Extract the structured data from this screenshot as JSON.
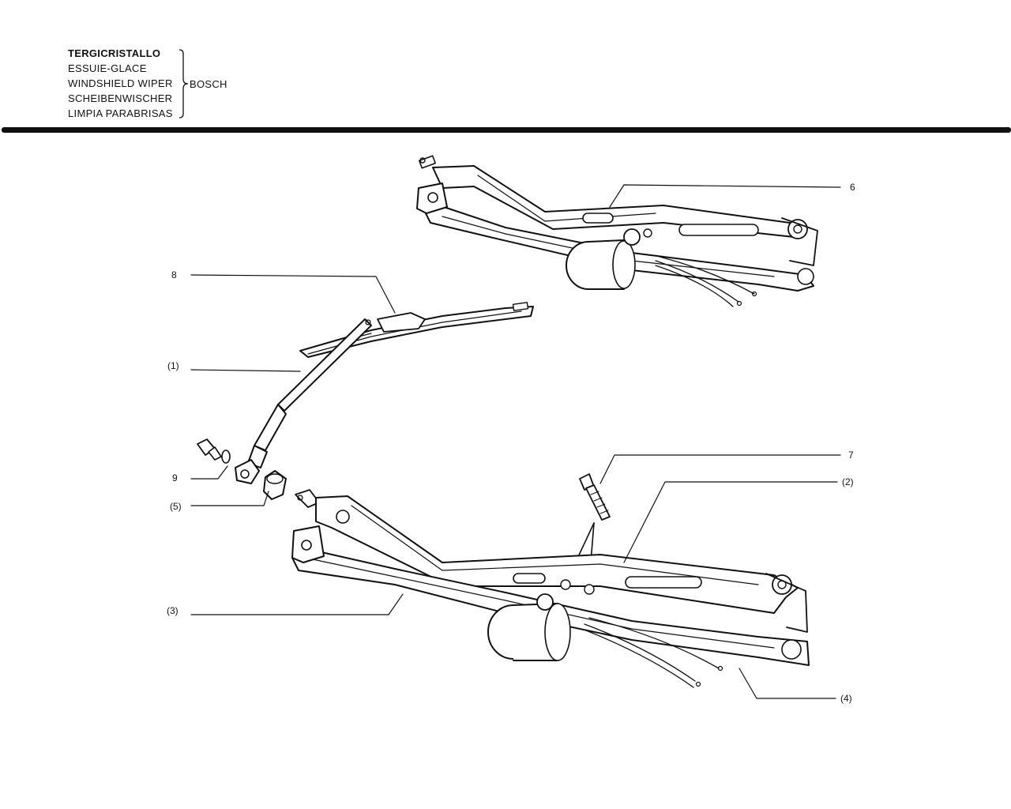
{
  "header": {
    "titles": [
      "TERGICRISTALLO",
      "ESSUIE-GLACE",
      "WINDSHIELD WIPER",
      "SCHEIBENWISCHER",
      "LIMPIA PARABRISAS"
    ],
    "brand": "BOSCH"
  },
  "callouts": {
    "c1": "(1)",
    "c2": "(2)",
    "c3": "(3)",
    "c4": "(4)",
    "c5": "(5)",
    "c6": "6",
    "c7": "7",
    "c8": "8",
    "c9": "9"
  },
  "colors": {
    "ink": "#111111",
    "paper": "#ffffff",
    "shade": "#cfcfcf"
  }
}
